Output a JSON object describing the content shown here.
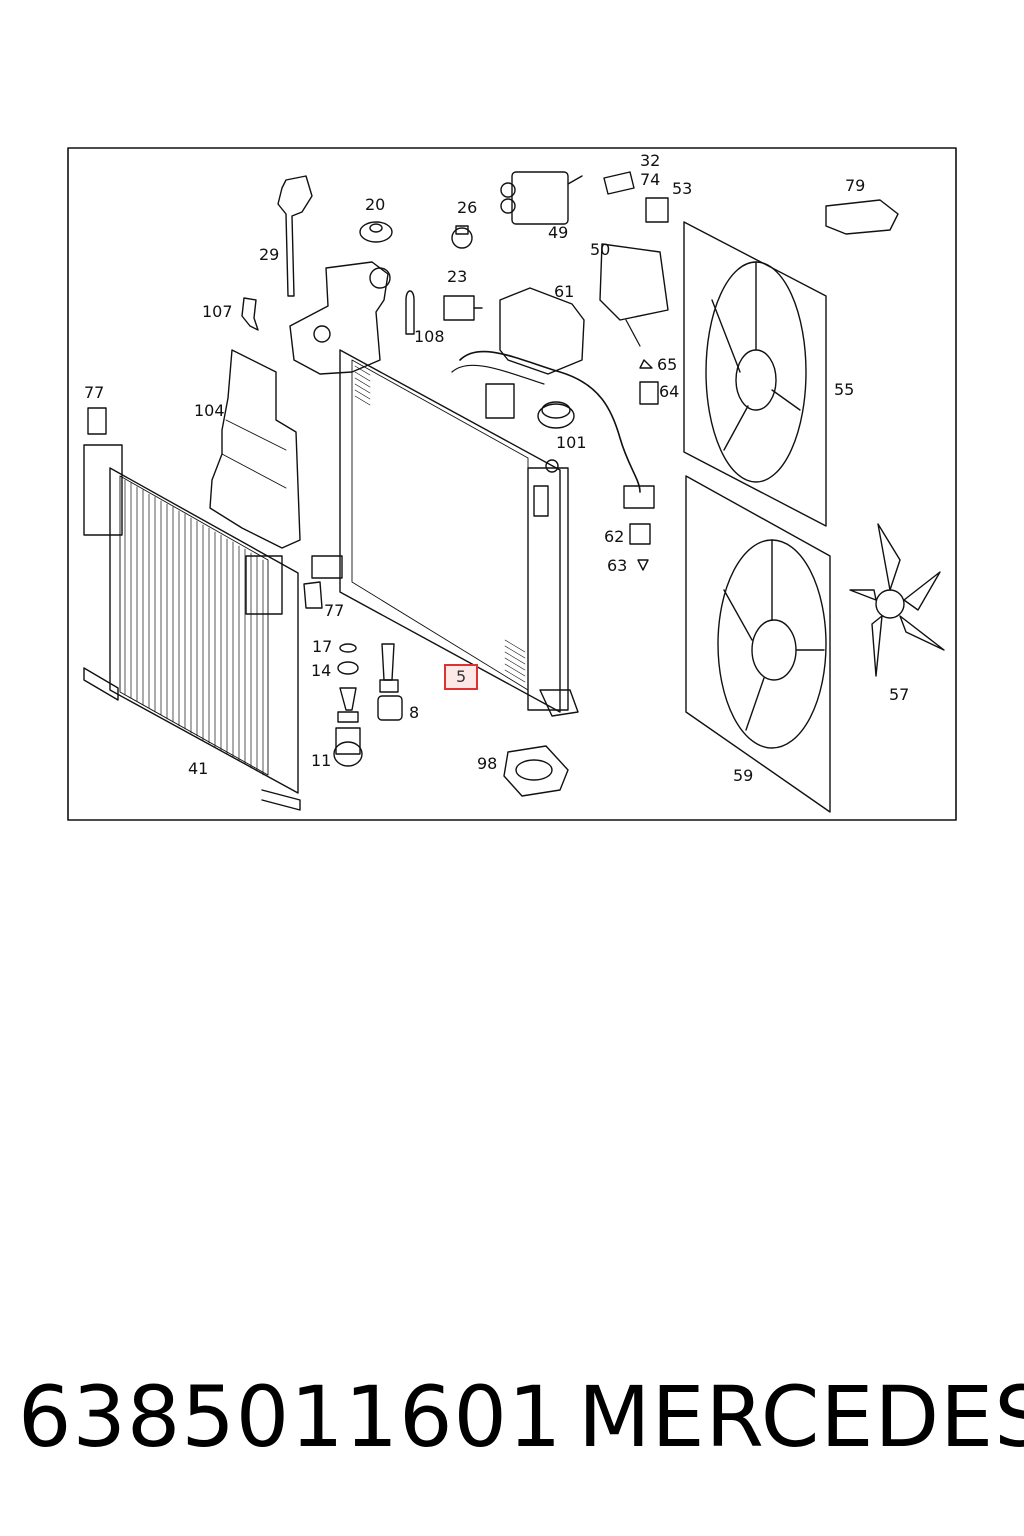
{
  "diagram": {
    "callouts": [
      {
        "id": "29",
        "label": "29"
      },
      {
        "id": "20",
        "label": "20"
      },
      {
        "id": "26",
        "label": "26"
      },
      {
        "id": "49",
        "label": "49"
      },
      {
        "id": "32",
        "label": "32"
      },
      {
        "id": "74",
        "label": "74"
      },
      {
        "id": "53",
        "label": "53"
      },
      {
        "id": "79",
        "label": "79"
      },
      {
        "id": "23",
        "label": "23"
      },
      {
        "id": "61",
        "label": "61"
      },
      {
        "id": "50",
        "label": "50"
      },
      {
        "id": "107",
        "label": "107"
      },
      {
        "id": "108",
        "label": "108"
      },
      {
        "id": "77a",
        "label": "77"
      },
      {
        "id": "104",
        "label": "104"
      },
      {
        "id": "65",
        "label": "65"
      },
      {
        "id": "64",
        "label": "64"
      },
      {
        "id": "55",
        "label": "55"
      },
      {
        "id": "101",
        "label": "101"
      },
      {
        "id": "62",
        "label": "62"
      },
      {
        "id": "63",
        "label": "63"
      },
      {
        "id": "77b",
        "label": "77"
      },
      {
        "id": "17",
        "label": "17"
      },
      {
        "id": "14",
        "label": "14"
      },
      {
        "id": "5",
        "label": "5",
        "highlighted": true
      },
      {
        "id": "8",
        "label": "8"
      },
      {
        "id": "57",
        "label": "57"
      },
      {
        "id": "11",
        "label": "11"
      },
      {
        "id": "41",
        "label": "41"
      },
      {
        "id": "98",
        "label": "98"
      },
      {
        "id": "59",
        "label": "59"
      }
    ],
    "highlight_color": "#e03131"
  },
  "footer": {
    "part_number": "6385011601",
    "brand": "MERCEDES"
  }
}
